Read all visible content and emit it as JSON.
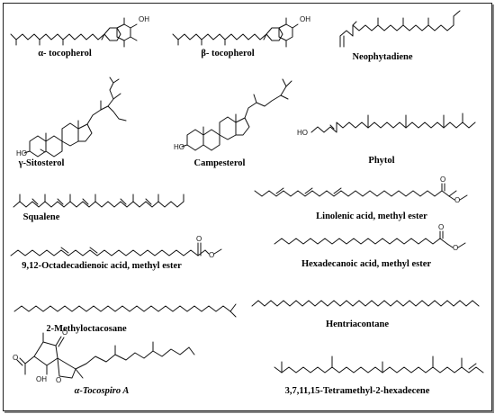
{
  "figure": {
    "compounds": [
      {
        "id": "alpha_tocopherol",
        "label": "α- tocopherol"
      },
      {
        "id": "beta_tocopherol",
        "label": "β- tocopherol"
      },
      {
        "id": "neophytadiene",
        "label": "Neophytadiene"
      },
      {
        "id": "gamma_sitosterol",
        "label": "γ-Sitosterol"
      },
      {
        "id": "campesterol",
        "label": "Campesterol"
      },
      {
        "id": "phytol",
        "label": "Phytol"
      },
      {
        "id": "squalene",
        "label": "Squalene"
      },
      {
        "id": "linolenic",
        "label": "Linolenic acid, methyl ester"
      },
      {
        "id": "octadecadienoic",
        "label": "9,12-Octadecadienoic  acid, methyl ester"
      },
      {
        "id": "hexadecanoic",
        "label": "Hexadecanoic  acid, methyl ester"
      },
      {
        "id": "methyloctacosane",
        "label": "2-Methyloctacosane"
      },
      {
        "id": "hentriacontane",
        "label": "Hentriacontane"
      },
      {
        "id": "tocospiro",
        "label": "α-Tocospiro  A"
      },
      {
        "id": "tetramethylhexadecene",
        "label": "3,7,11,15-Tetramethyl-2-hexadecene"
      }
    ],
    "atom_labels": {
      "oh": "OH",
      "ho": "HO",
      "o": "O",
      "h": "H"
    }
  }
}
